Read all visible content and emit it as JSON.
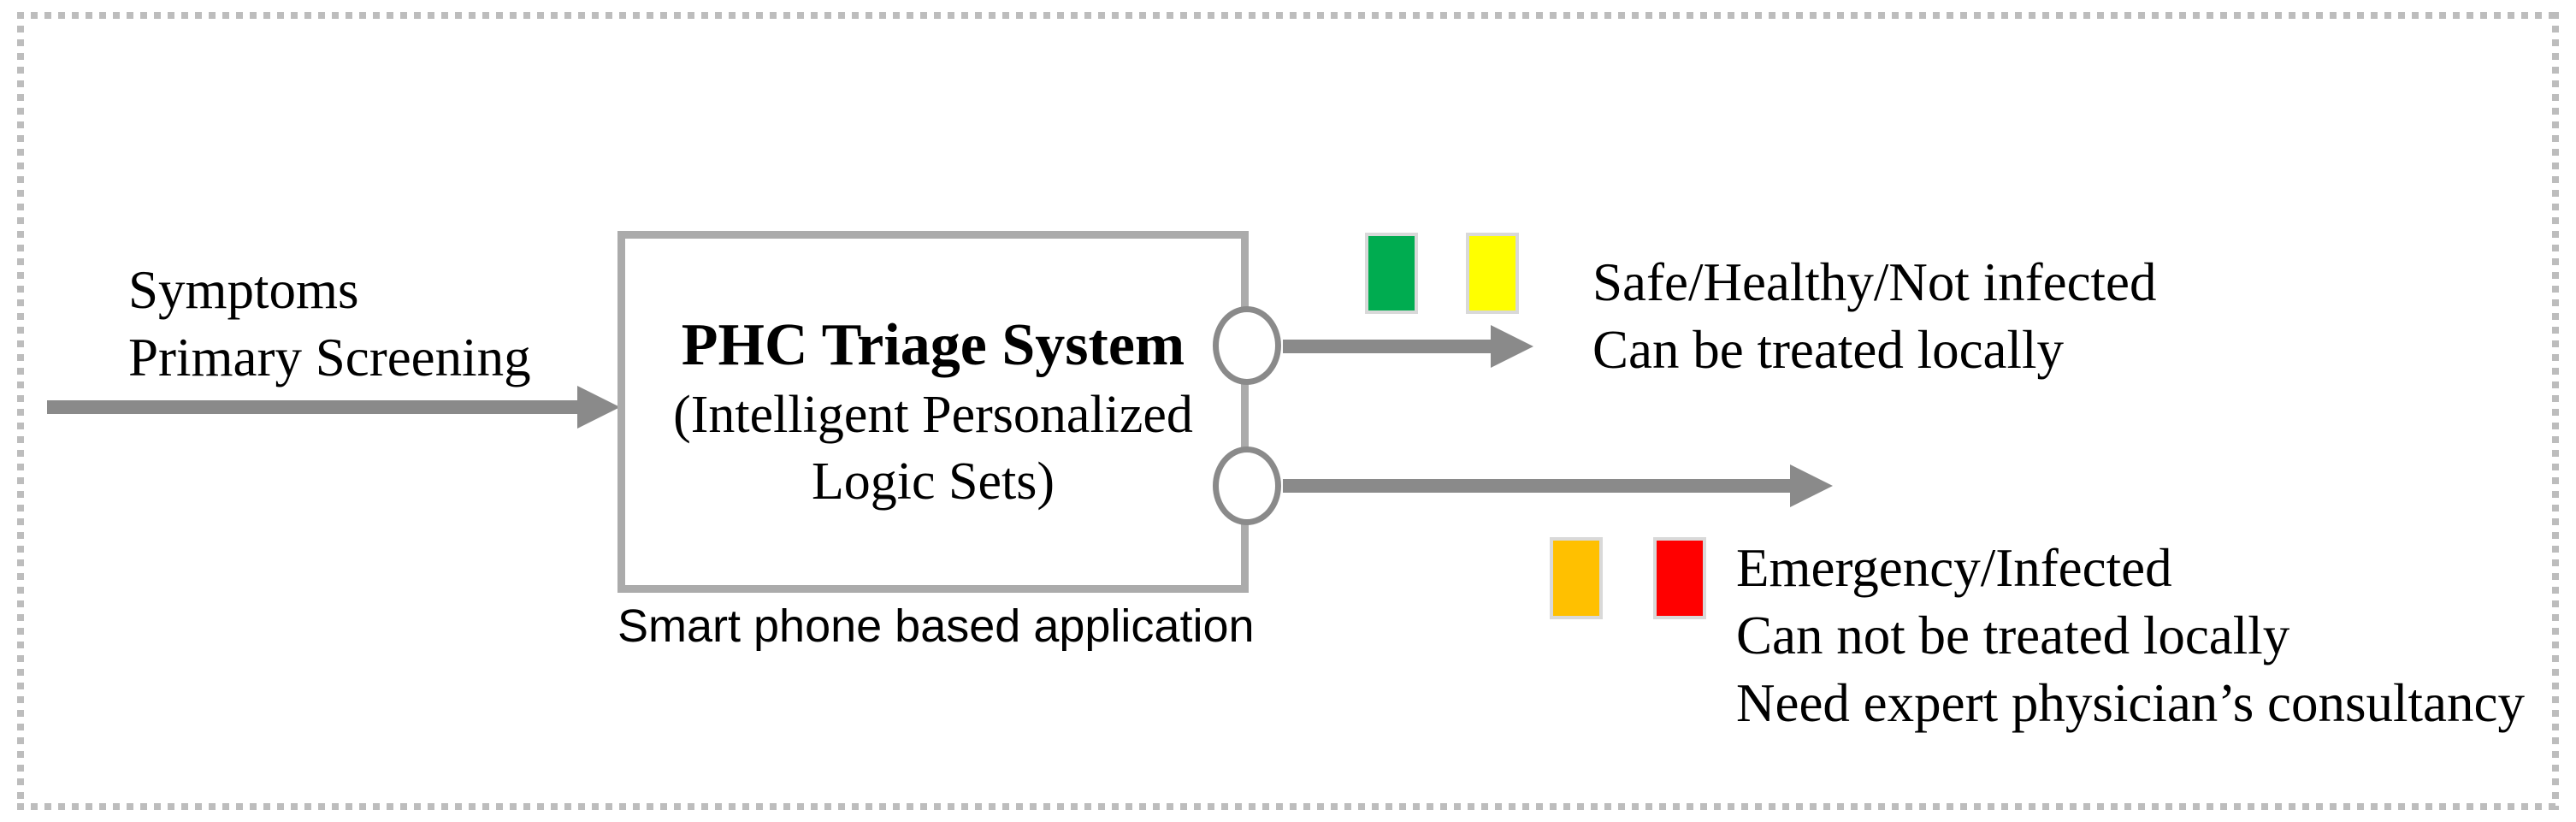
{
  "colors": {
    "background": "#ffffff",
    "text": "#000000",
    "arrow": "#8a8a8a",
    "box_border": "#ababab",
    "circle_stroke": "#8a8a8a",
    "frame_dot": "#bdbdbd",
    "swatch_border": "#d9d9d9"
  },
  "input": {
    "line1": "Symptoms",
    "line2": "Primary Screening"
  },
  "system": {
    "title": "PHC Triage System",
    "subtitle1": "(Intelligent Personalized",
    "subtitle2": "Logic Sets)",
    "caption": "Smart phone based application"
  },
  "outputs": {
    "safe": {
      "line1": "Safe/Healthy/Not infected",
      "line2": "Can be treated locally",
      "swatches": [
        {
          "name": "green",
          "color": "#00AC50"
        },
        {
          "name": "yellow",
          "color": "#FFFF00"
        }
      ]
    },
    "emergency": {
      "line1": "Emergency/Infected",
      "line2": "Can not be treated locally",
      "line3": "Need expert physician’s consultancy",
      "swatches": [
        {
          "name": "orange",
          "color": "#FFC000"
        },
        {
          "name": "red",
          "color": "#FF0000"
        }
      ]
    }
  }
}
